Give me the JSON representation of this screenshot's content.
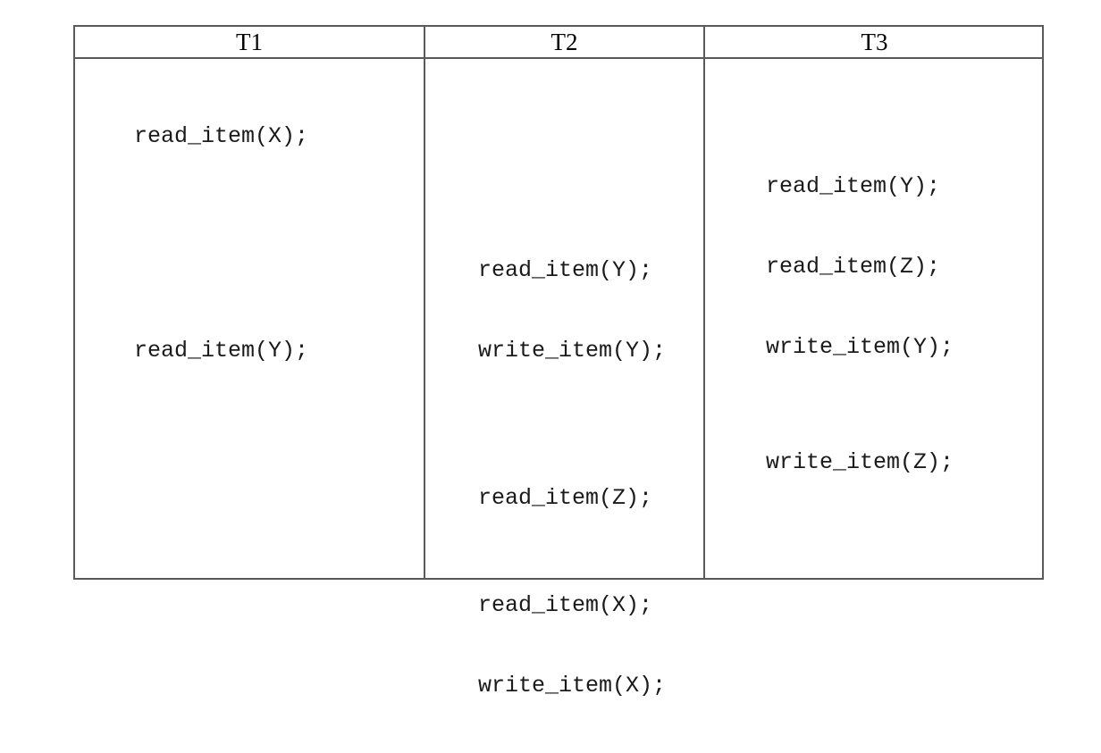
{
  "table": {
    "name": "transaction-schedule",
    "columns": [
      {
        "id": "T1",
        "header": "T1"
      },
      {
        "id": "T2",
        "header": "T2"
      },
      {
        "id": "T3",
        "header": "T3"
      }
    ],
    "blocks": {
      "t1_block1": {
        "lines": [
          "read_item(X);"
        ]
      },
      "t1_block2": {
        "lines": [
          "read_item(Y);"
        ]
      },
      "t2_block1": {
        "lines": [
          "read_item(Y);",
          "write_item(Y);"
        ]
      },
      "t2_block2": {
        "lines": [
          "read_item(Z);"
        ]
      },
      "t2_block3": {
        "lines": [
          "read_item(X);",
          "write_item(X);"
        ]
      },
      "t3_block1": {
        "lines": [
          "read_item(Y);",
          "read_item(Z);",
          "write_item(Y);"
        ]
      },
      "t3_block2": {
        "lines": [
          "write_item(Z);"
        ]
      }
    }
  },
  "colors": {
    "border": "#5a5a5a",
    "text": "#1a1a1a",
    "background": "#ffffff"
  }
}
